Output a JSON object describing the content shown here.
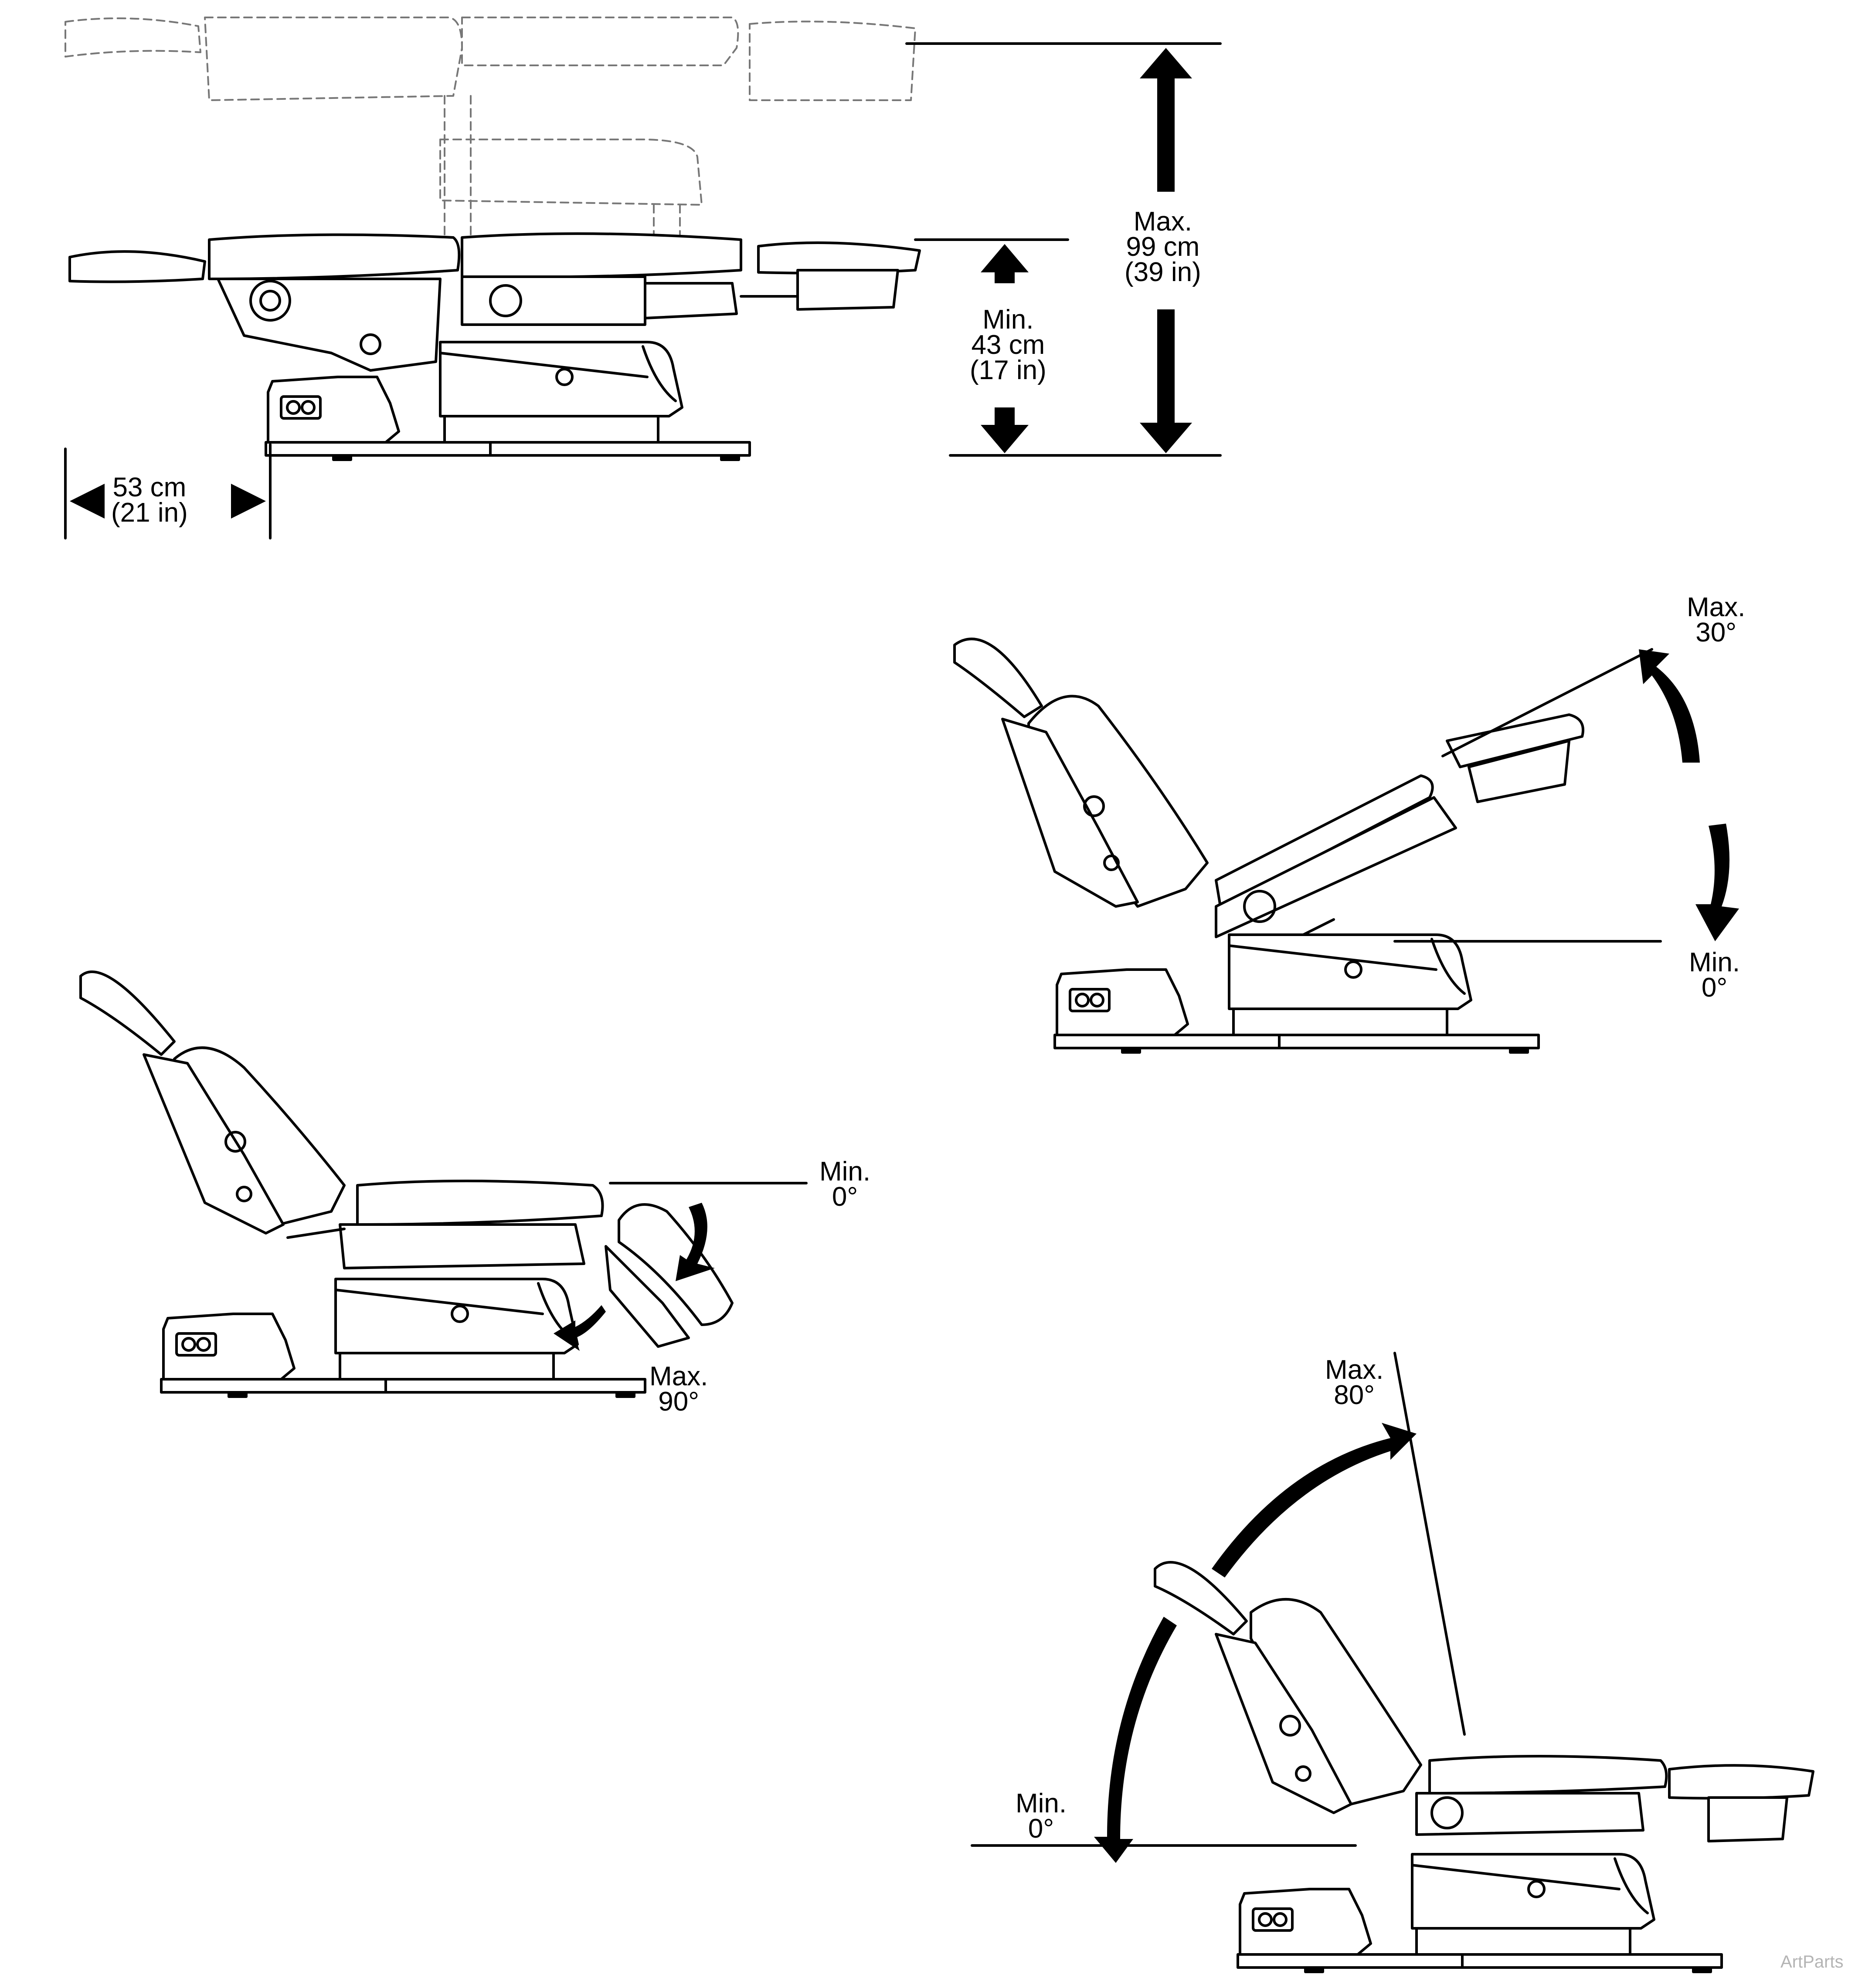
{
  "diagram": {
    "colors": {
      "ink": "#000000",
      "fill": "#ffffff",
      "watermark": "#b4b4b4"
    },
    "labels": {
      "depth": [
        "53 cm",
        "(21 in)"
      ],
      "height_min": [
        "Min.",
        "43 cm",
        "(17 in)"
      ],
      "height_max": [
        "Max.",
        "99 cm",
        "(39 in)"
      ],
      "tilt_max": [
        "Max.",
        "30°"
      ],
      "tilt_min": [
        "Min.",
        "0°"
      ],
      "foot_min": [
        "Min.",
        "0°"
      ],
      "foot_max": [
        "Max.",
        "90°"
      ],
      "back_max": [
        "Max.",
        "80°"
      ],
      "back_min": [
        "Min.",
        "0°"
      ]
    },
    "watermark": "ArtParts"
  }
}
